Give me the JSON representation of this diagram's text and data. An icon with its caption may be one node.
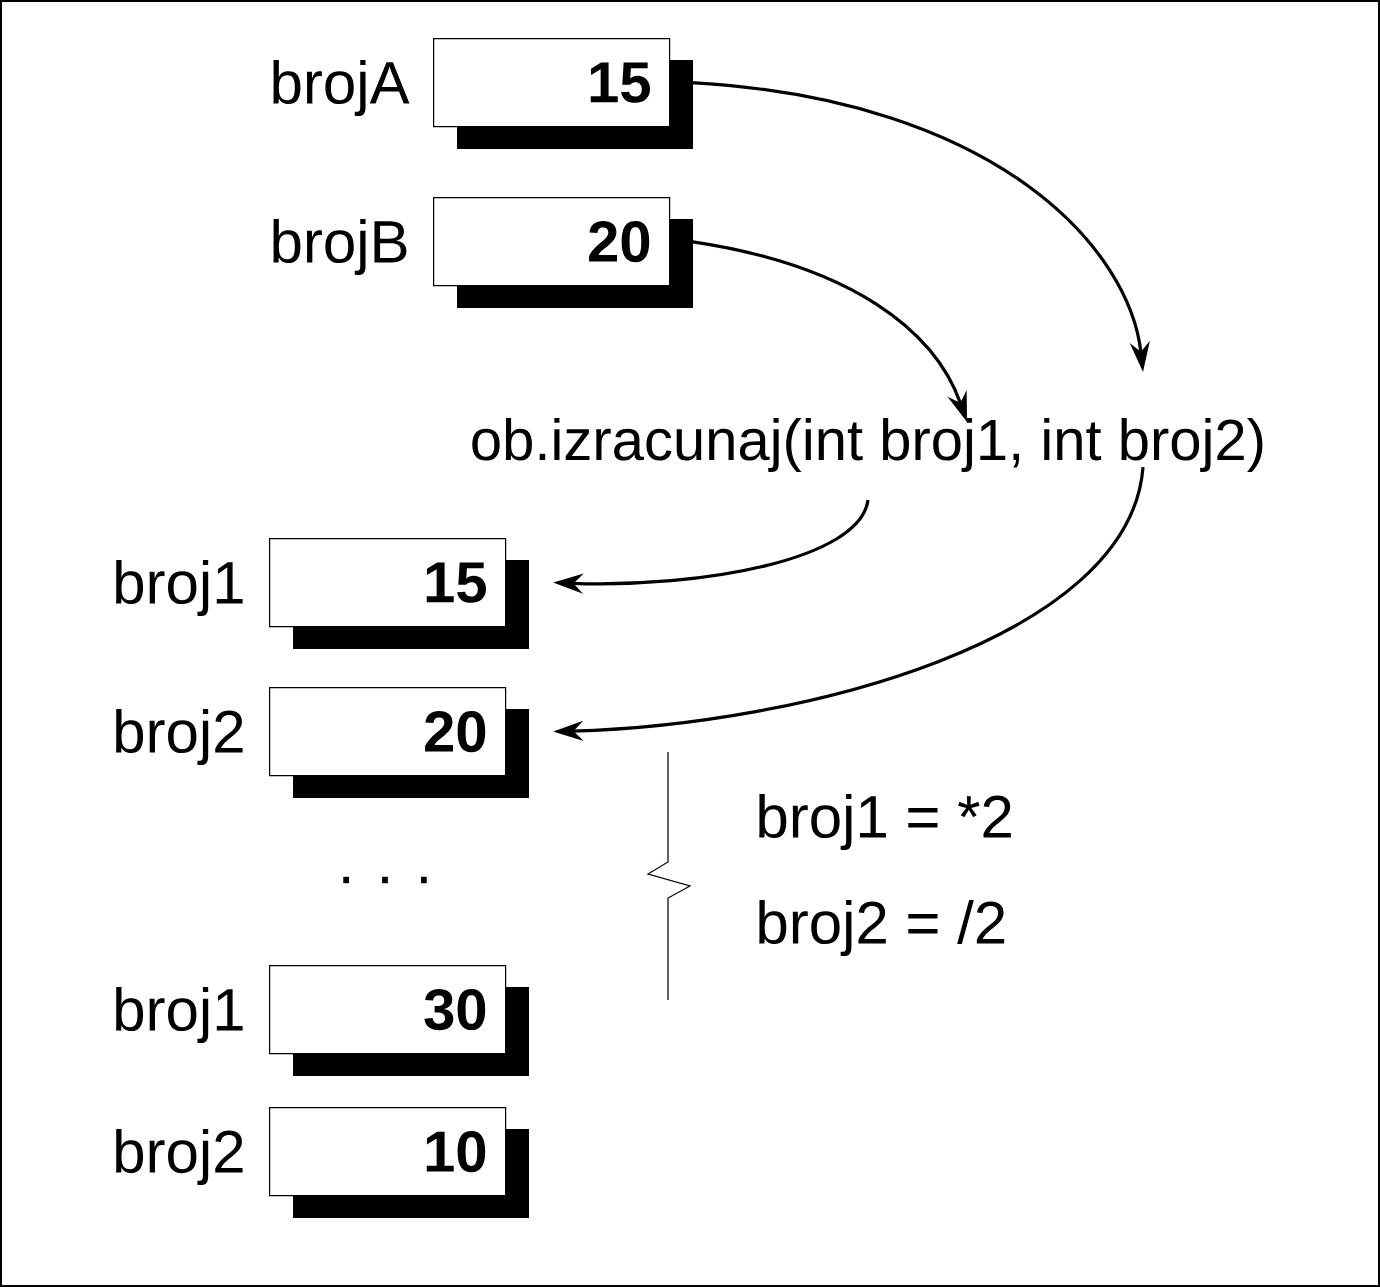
{
  "diagram": {
    "nodes": [
      {
        "text": [
          "15"
        ],
        "beside": [
          "brojA"
        ]
      },
      {
        "text": [
          "20"
        ],
        "beside": [
          "brojB"
        ]
      },
      {
        "text": [
          "ob.izracunaj(int broj1, int broj2)"
        ]
      },
      {
        "text": [
          "15"
        ],
        "beside": [
          "broj1"
        ]
      },
      {
        "text": [
          "20"
        ],
        "beside": [
          "broj2"
        ]
      },
      {
        "text": [
          "30"
        ],
        "beside": [
          "broj1"
        ]
      },
      {
        "text": [
          "10"
        ],
        "beside": [
          "broj2"
        ]
      }
    ],
    "edges": [
      {
        "from": 0,
        "to": 2,
        "arrow": "to"
      },
      {
        "from": 1,
        "to": 2,
        "arrow": "to"
      },
      {
        "from": 2,
        "to": 3,
        "arrow": "to"
      },
      {
        "from": 2,
        "to": 4,
        "arrow": "to"
      }
    ],
    "labels": [
      "broj1 = *2",
      ". . .",
      "broj2 = /2"
    ]
  }
}
